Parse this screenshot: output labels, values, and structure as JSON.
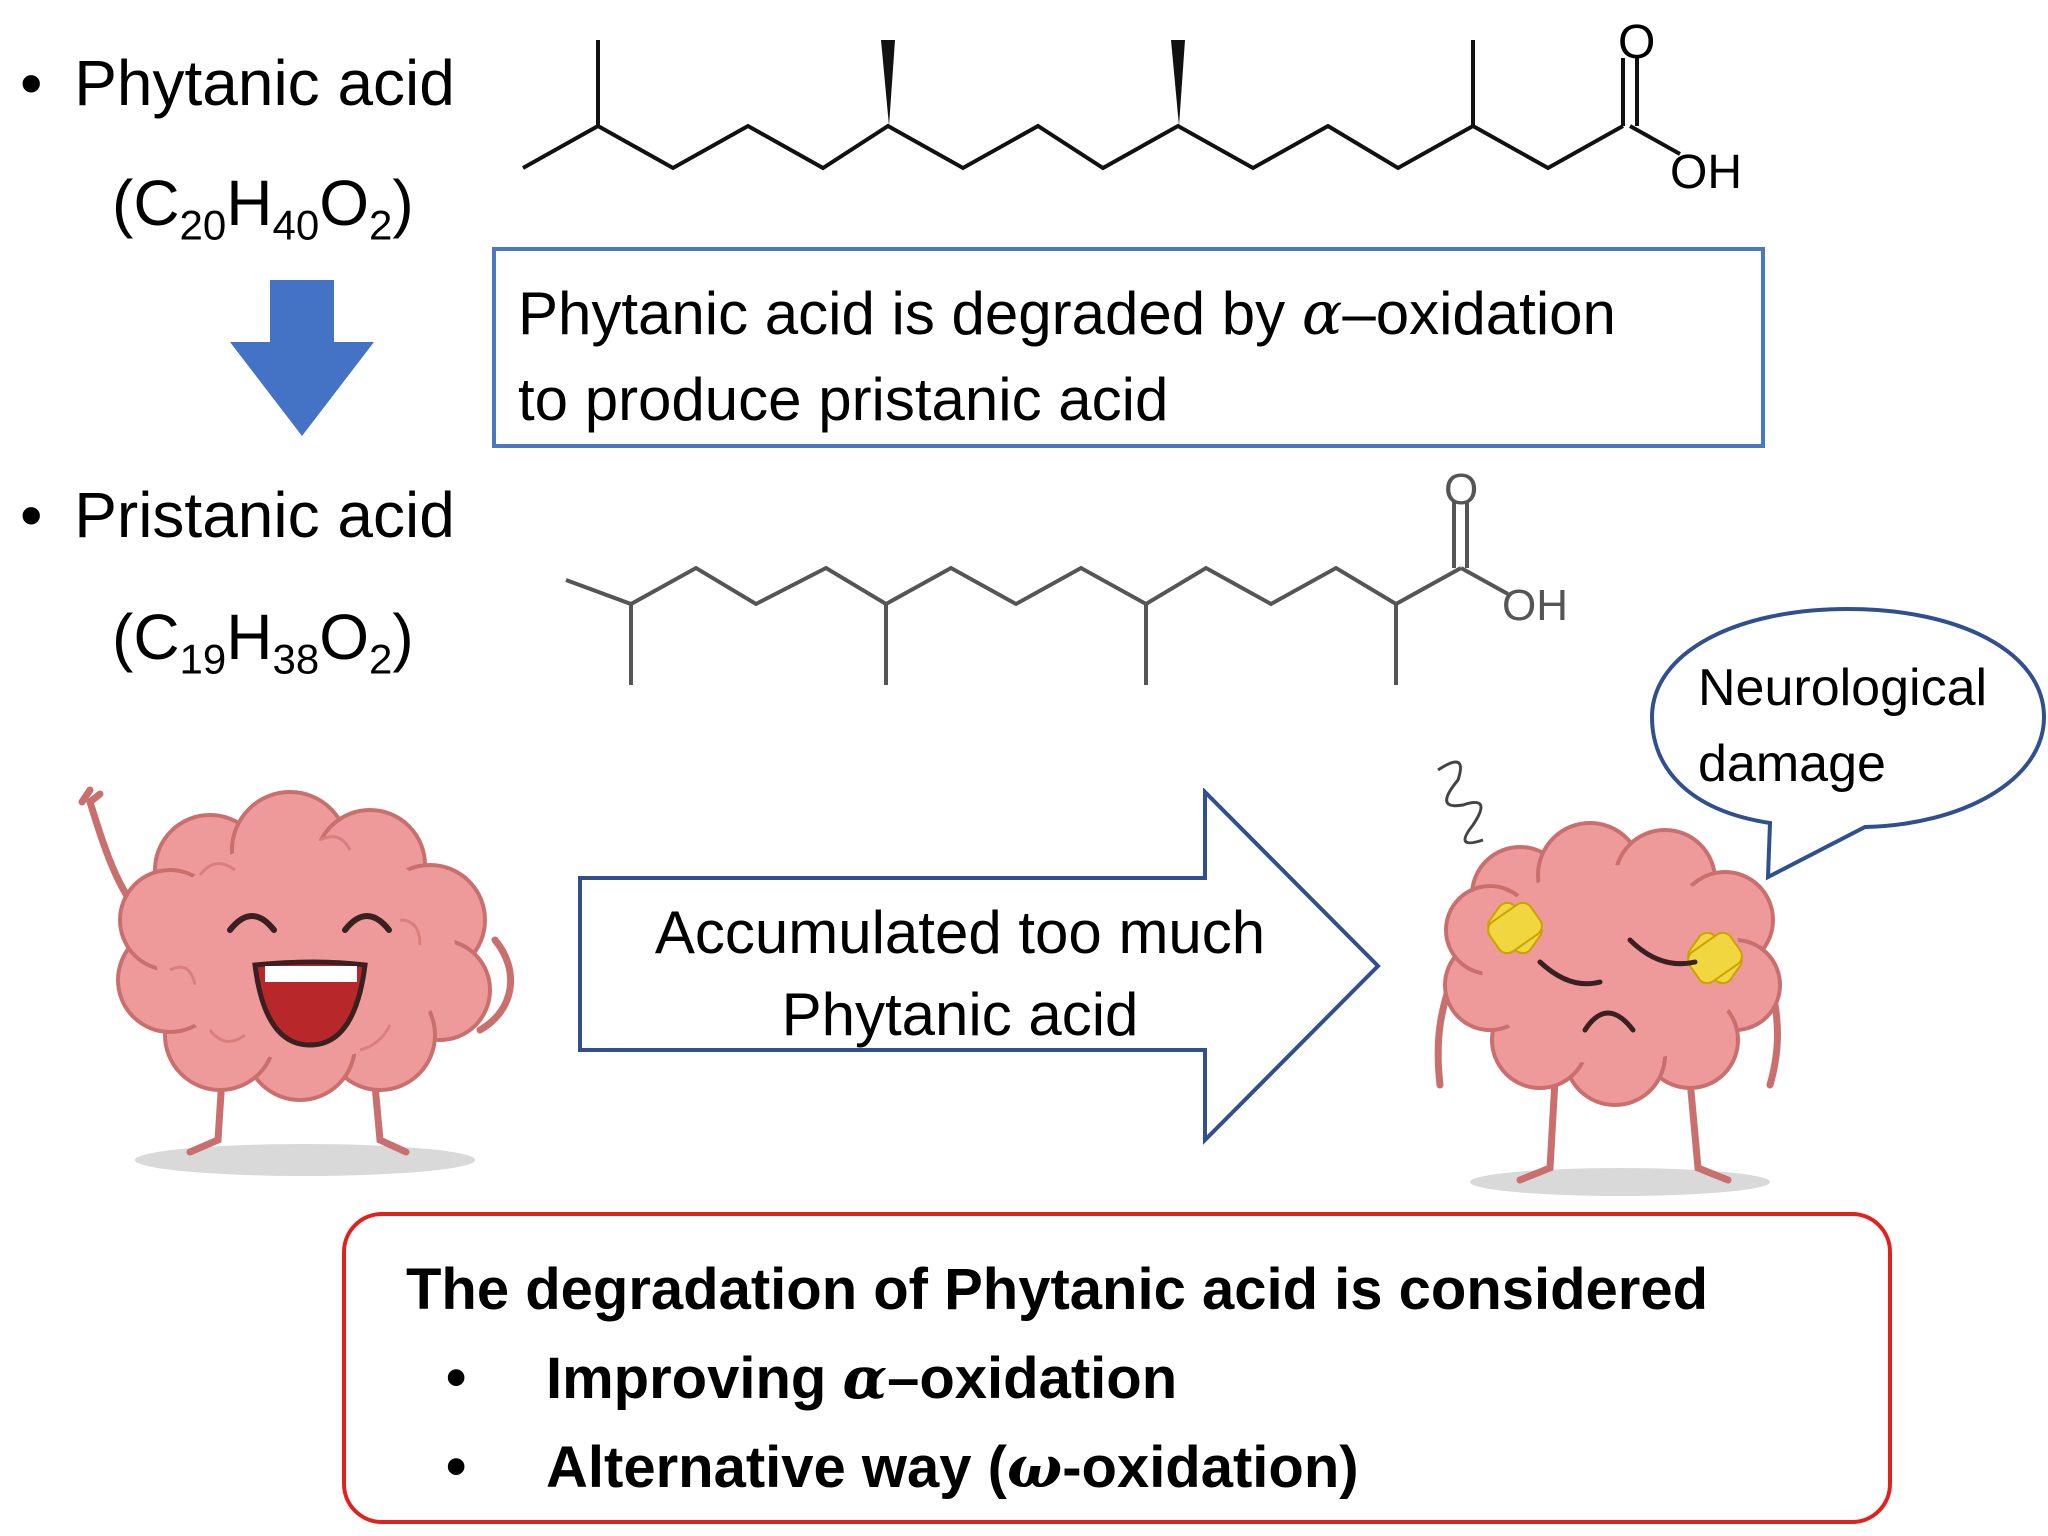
{
  "phytanic": {
    "bullet": "•",
    "name": "Phytanic acid",
    "formula_open": "(C",
    "c": "20",
    "h_label": "H",
    "h": "40",
    "o_label": "O",
    "o": "2",
    "formula_close": ")"
  },
  "pristanic": {
    "bullet": "•",
    "name": "Pristanic acid",
    "formula_open": "(C",
    "c": "19",
    "h_label": "H",
    "h": "38",
    "o_label": "O",
    "o": "2",
    "formula_close": ")"
  },
  "structure_labels": {
    "phytanic_o": "O",
    "phytanic_oh": "OH",
    "pristanic_o": "O",
    "pristanic_oh": "OH"
  },
  "info_box": {
    "line1_prefix": "Phytanic acid is degraded by ",
    "alpha": "α",
    "line1_suffix": "–oxidation",
    "line2": "to produce pristanic acid"
  },
  "arrow_text": {
    "line1": "Accumulated too much",
    "line2": "Phytanic acid"
  },
  "speech_bubble": {
    "line1": "Neurological",
    "line2": "damage"
  },
  "conclusion": {
    "heading": "The degradation of Phytanic acid is considered",
    "item1_bullet": "•",
    "item1_prefix": "Improving ",
    "item1_alpha": "α",
    "item1_suffix": "–oxidation",
    "item2_bullet": "•",
    "item2_prefix": "Alternative way (",
    "item2_omega": "ω",
    "item2_suffix": "-oxidation)"
  },
  "colors": {
    "blue_arrow": "#4472c4",
    "info_border": "#4a78c2",
    "arrow_border": "#2f4f8f",
    "conclusion_border": "#e3211c",
    "brain_pink": "#ef9a9a",
    "brain_outline": "#c9706f",
    "bandage": "#f2d640"
  }
}
